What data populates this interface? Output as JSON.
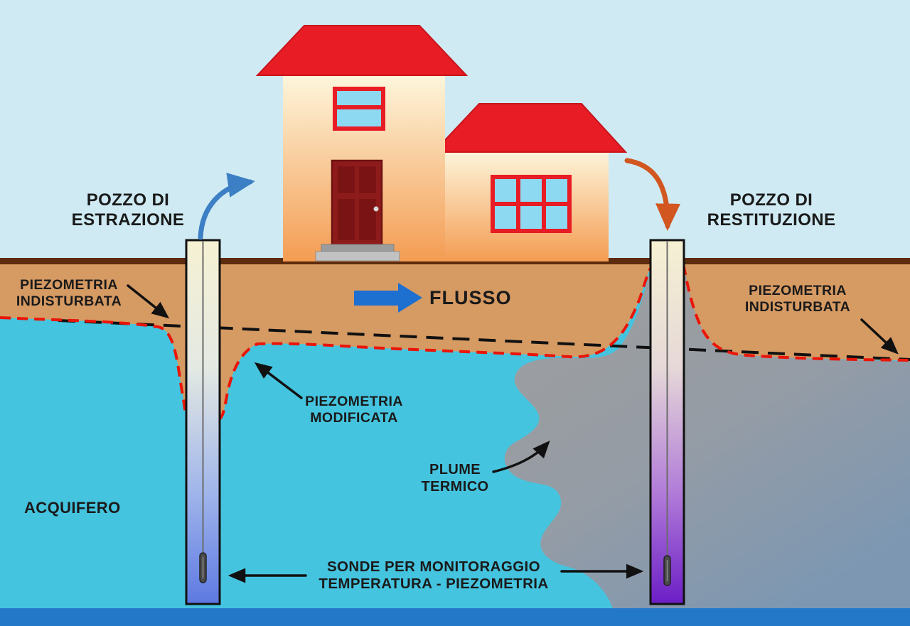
{
  "colors": {
    "sky": "#cfeaf3",
    "ground": "#d69a63",
    "ground_surface": "#5d2c0e",
    "aquifer": "#45c4df",
    "deep_water": "#2478c8",
    "roof_red": "#e81c24",
    "wall_top": "#fdf6dc",
    "wall_bottom": "#f49c52",
    "door_red": "#8e1b1b",
    "window_pane_blue": "#8dd9f2",
    "extraction_arrow_blue": "#3c7fc4",
    "return_arrow_orange": "#d2561f",
    "flusso_arrow_blue": "#1d6fd0",
    "piezometria_modificata_red": "#ea1508",
    "piezometria_indisturbata_black": "#111111",
    "plume_gray": "#9a9a9a",
    "well_bottom_blue": "#5d79e2",
    "well_bottom_purple": "#6c1ec6",
    "probe_gray": "#4a4a4a"
  },
  "labels": {
    "pozzo_estrazione": {
      "lines": [
        "POZZO DI",
        "ESTRAZIONE"
      ]
    },
    "pozzo_restituzione": {
      "lines": [
        "POZZO DI",
        "RESTITUZIONE"
      ]
    },
    "piezometria_indisturbata_sx": {
      "lines": [
        "PIEZOMETRIA",
        "INDISTURBATA"
      ]
    },
    "piezometria_indisturbata_dx": {
      "lines": [
        "PIEZOMETRIA",
        "INDISTURBATA"
      ]
    },
    "piezometria_modificata": {
      "lines": [
        "PIEZOMETRIA",
        "MODIFICATA"
      ]
    },
    "plume_termico": {
      "lines": [
        "PLUME",
        "TERMICO"
      ]
    },
    "acquifero": "ACQUIFERO",
    "flusso": "FLUSSO",
    "sonde": {
      "lines": [
        "SONDE PER MONITORAGGIO",
        "TEMPERATURA - PIEZOMETRIA"
      ]
    }
  }
}
